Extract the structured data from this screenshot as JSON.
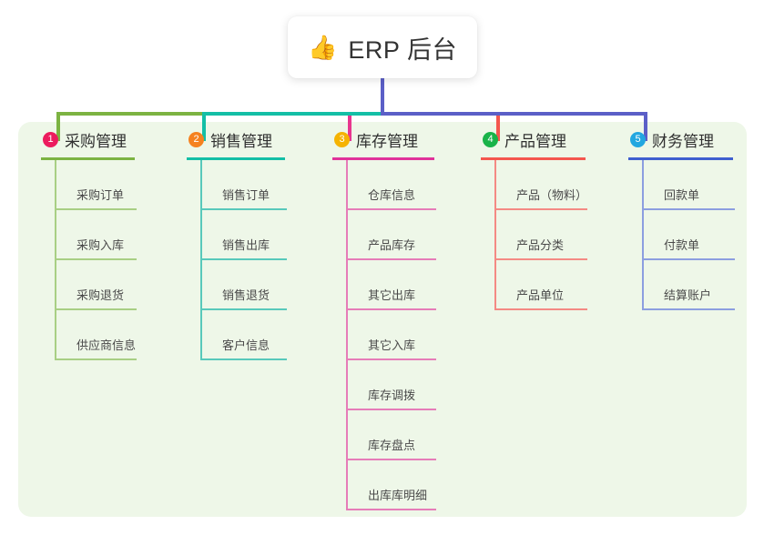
{
  "root": {
    "icon": "thumbs-up-icon",
    "emoji": "👍",
    "title": "ERP 后台"
  },
  "palette": {
    "panel_bg": "#eef7e8",
    "trunk": "#5b5fc7",
    "bar_green": "#7cb342",
    "bar_teal": "#13bfa6",
    "bar_blue": "#5b5fc7"
  },
  "columns": [
    {
      "number": "1",
      "title": "采购管理",
      "badge_color": "#ec1c5e",
      "rule_color": "#7cb342",
      "line_color": "#a8cf84",
      "stub_color": "#7cb342",
      "items": [
        {
          "label": "采购订单"
        },
        {
          "label": "采购入库"
        },
        {
          "label": "采购退货"
        },
        {
          "label": "供应商信息"
        }
      ]
    },
    {
      "number": "2",
      "title": "销售管理",
      "badge_color": "#f58220",
      "rule_color": "#13bfa6",
      "line_color": "#58c9bb",
      "stub_color": "#13bfa6",
      "items": [
        {
          "label": "销售订单"
        },
        {
          "label": "销售出库"
        },
        {
          "label": "销售退货"
        },
        {
          "label": "客户信息"
        }
      ]
    },
    {
      "number": "3",
      "title": "库存管理",
      "badge_color": "#f5b301",
      "rule_color": "#e0329a",
      "line_color": "#e67cb8",
      "stub_color": "#e8368f",
      "items": [
        {
          "label": "仓库信息"
        },
        {
          "label": "产品库存"
        },
        {
          "label": "其它出库"
        },
        {
          "label": "其它入库"
        },
        {
          "label": "库存调拨"
        },
        {
          "label": "库存盘点"
        },
        {
          "label": "出库库明细"
        }
      ]
    },
    {
      "number": "4",
      "title": "产品管理",
      "badge_color": "#19b349",
      "rule_color": "#f4564e",
      "line_color": "#f48a84",
      "stub_color": "#f4564e",
      "items": [
        {
          "label": "产品（物料）"
        },
        {
          "label": "产品分类"
        },
        {
          "label": "产品单位"
        }
      ]
    },
    {
      "number": "5",
      "title": "财务管理",
      "badge_color": "#22a7e0",
      "rule_color": "#3f5fcf",
      "line_color": "#8c9ee0",
      "stub_color": "#5b5fc7",
      "items": [
        {
          "label": "回款单"
        },
        {
          "label": "付款单"
        },
        {
          "label": "结算账户"
        }
      ]
    }
  ]
}
